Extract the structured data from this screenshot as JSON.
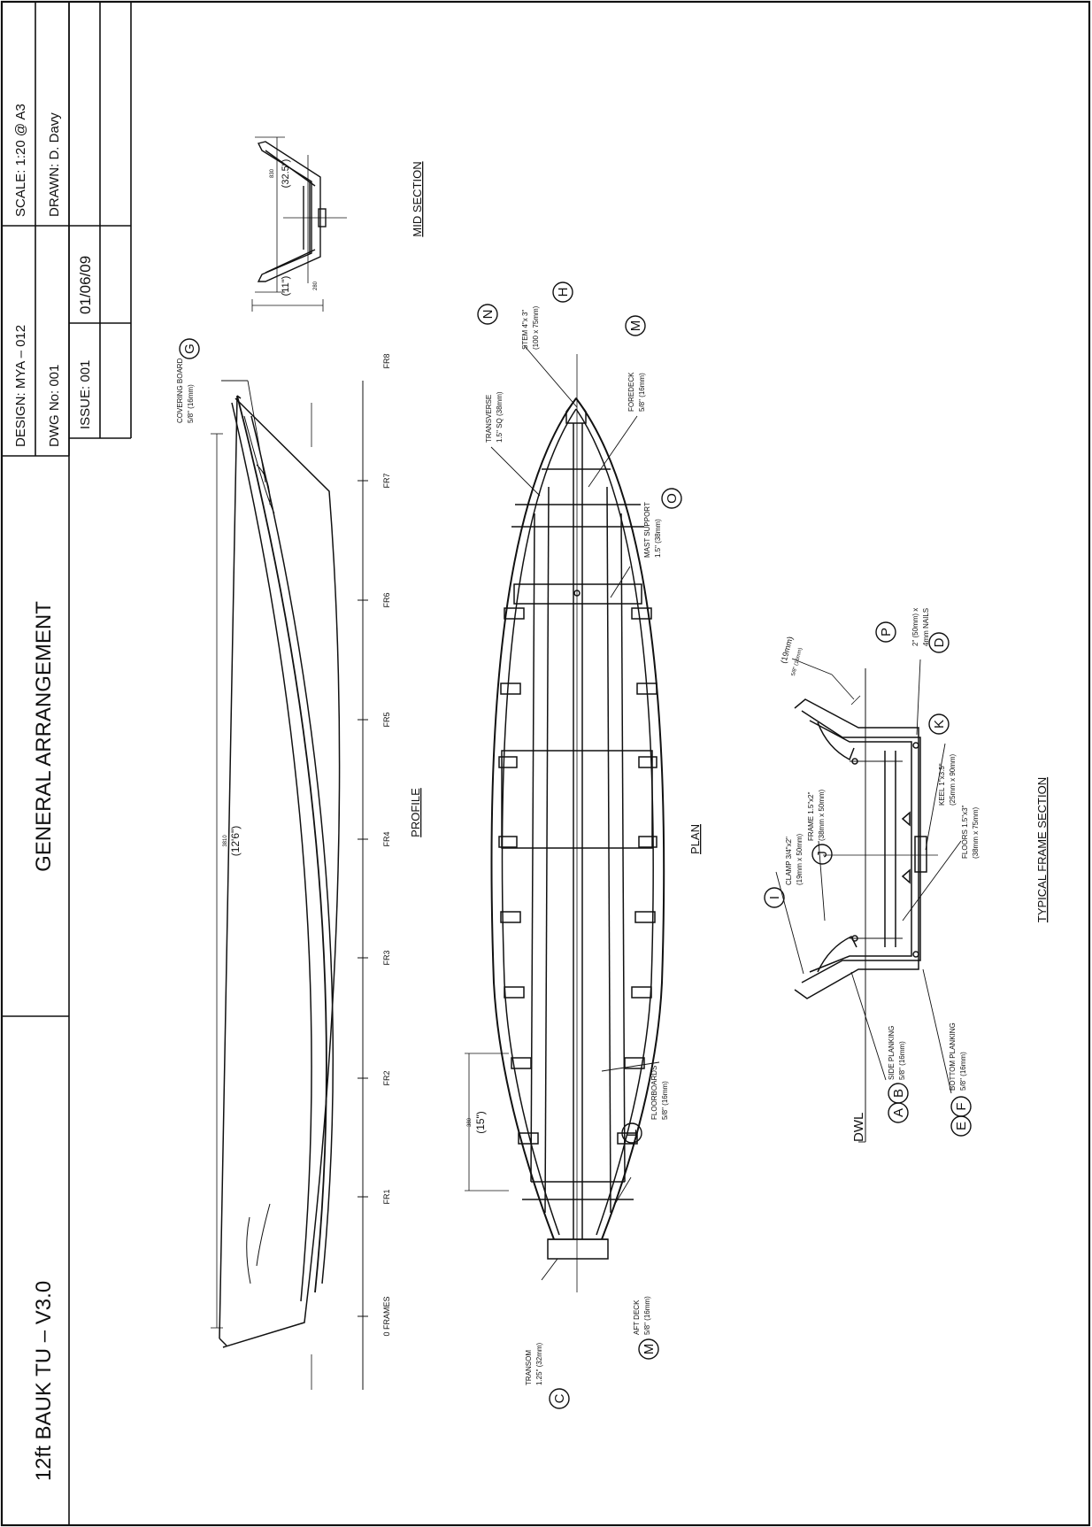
{
  "title_block": {
    "project_title": "12ft BAUK TU  –  V3.0",
    "sheet_title": "GENERAL  ARRANGEMENT",
    "design": "DESIGN: MYA  –  012",
    "dwg_no": "DWG  No: 001",
    "issue": "ISSUE: 001",
    "date": "01/06/09",
    "scale": "SCALE: 1:20 @ A3",
    "drawn": "DRAWN:  D.  Davy"
  },
  "views": {
    "mid_section": "MID  SECTION",
    "profile": "PROFILE",
    "plan": "PLAN",
    "typical_frame_section": "TYPICAL  FRAME  SECTION"
  },
  "dimensions": {
    "mid_depth": "(11\")",
    "mid_beam": "(32.5\")",
    "overall_length": "(12'6\")",
    "frame_spacing": "(15\")",
    "dim_code_a": "280",
    "dim_code_b": "830",
    "dim_code_c": "3810",
    "dim_code_d": "380",
    "frame_side_small": "5/8\" (16mm)",
    "frame_side_big": "(19mm)"
  },
  "frames": {
    "labels": [
      "0  FRAMES",
      "FR1",
      "FR2",
      "FR3",
      "FR4",
      "FR5",
      "FR6",
      "FR7",
      "FR8"
    ]
  },
  "callouts": {
    "covering_board": {
      "letter": "G",
      "line1": "COVERING  BOARD",
      "line2": "5/8\" (16mm)"
    },
    "transverse": {
      "letter": "N",
      "line1": "TRANSVERSE",
      "line2": "1.5\" SQ (38mm)"
    },
    "stem": {
      "letter": "H",
      "line1": "STEM  4\"x 3\"",
      "line2": "(100 x 75mm)"
    },
    "foredeck": {
      "letter": "M",
      "line1": "FOREDECK",
      "line2": "5/8\" (16mm)"
    },
    "mast_support": {
      "letter": "O",
      "line1": "MAST  SUPPORT",
      "line2": "1.5\" (38mm)"
    },
    "floorboards": {
      "letter": "L",
      "line1": "FLOORBOARDS",
      "line2": "5/8\" (16mm)"
    },
    "transom": {
      "letter": "C",
      "line1": "TRANSOM",
      "line2": "1.25\" (32mm)"
    },
    "aft_deck": {
      "letter": "M",
      "line1": "AFT  DECK",
      "line2": "5/8\" (16mm)"
    },
    "clamp": {
      "letter": "I",
      "line1": "CLAMP  3/4\"x2\"",
      "line2": "(19mm  x  50mm)"
    },
    "frame": {
      "letter": "J",
      "line1": "FRAME  1.5\"x2\"",
      "line2": "(38mm  x  50mm)"
    },
    "nails": {
      "letter_d": "D",
      "letter_p": "P",
      "line1": "2\" (50mm) x",
      "line2": "4mm  NAILS"
    },
    "keel": {
      "letter": "K",
      "line1": "KEEL  1\"x3.5\"",
      "line2": "(25mm  x  90mm)"
    },
    "floors": {
      "line1": "FLOORS  1.5\"x3\"",
      "line2": "(38mm  x  75mm)"
    },
    "side_planking": {
      "letter_a": "A",
      "letter_b": "B",
      "line1": "SIDE  PLANKING",
      "line2": "5/8\" (16mm)"
    },
    "bottom_planking": {
      "letter_e": "E",
      "letter_f": "F",
      "line1": "BOTTOM  PLANKING",
      "line2": "5/8\" (16mm)"
    },
    "dwl": "DWL"
  },
  "colors": {
    "ink": "#111111",
    "paper": "#ffffff"
  }
}
